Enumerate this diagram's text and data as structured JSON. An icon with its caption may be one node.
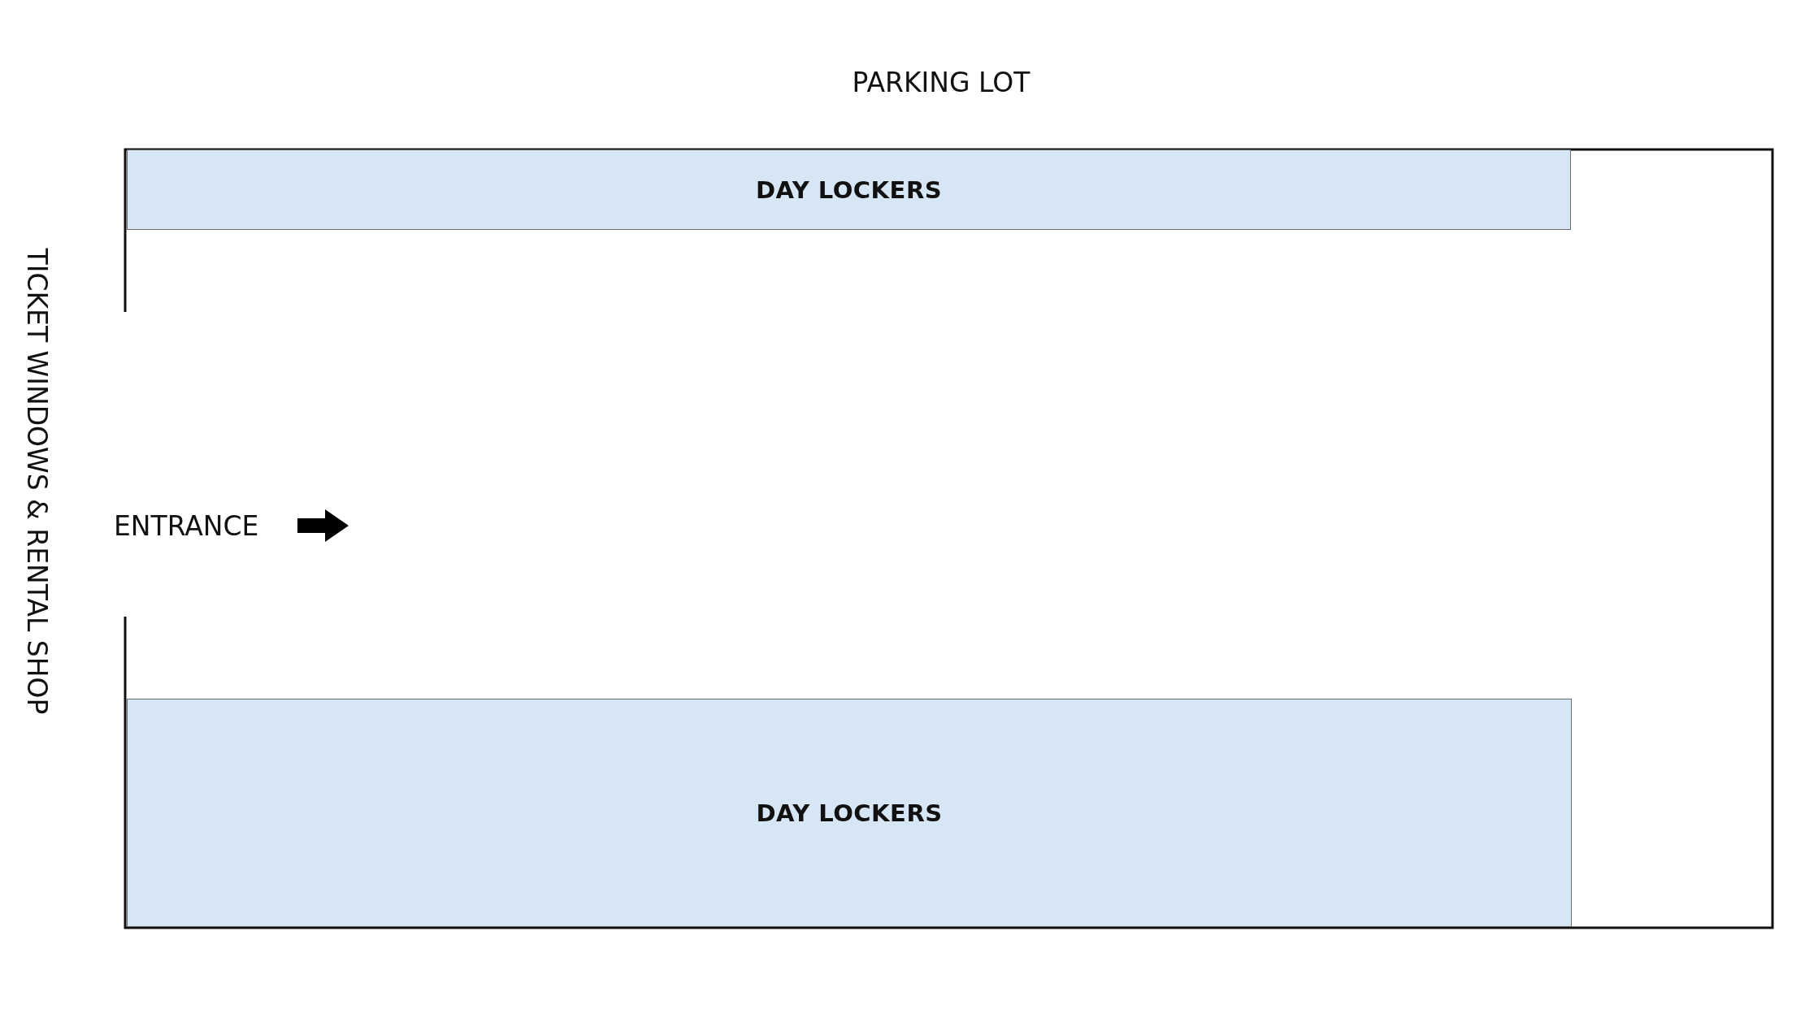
{
  "diagram": {
    "nodes": [
      {
        "text": [],
        "shape": "box"
      },
      {
        "text": [
          "DAY LOCKERS"
        ],
        "in": 0
      },
      {
        "text": [
          "DAY LOCKERS"
        ],
        "in": 0
      }
    ],
    "labels": [
      "PARKING LOT",
      "TICKET WINDOWS & RENTAL SHOP",
      "ENTRANCE"
    ]
  }
}
